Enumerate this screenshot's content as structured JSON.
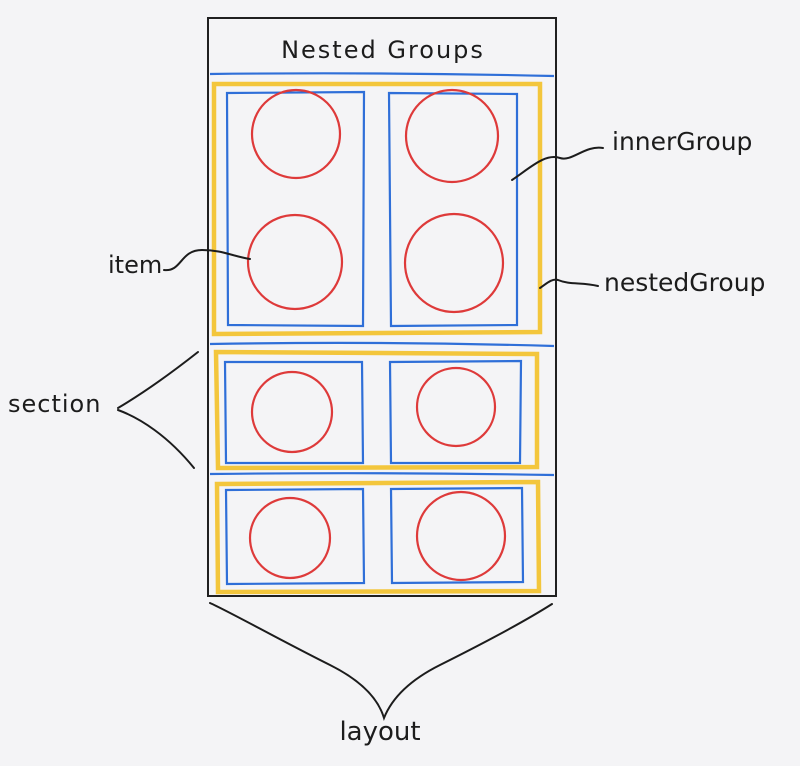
{
  "diagram": {
    "title": "Nested Groups",
    "labels": {
      "inner_group": "innerGroup",
      "nested_group": "nestedGroup",
      "item": "item",
      "section": "section",
      "layout": "layout"
    }
  },
  "colors": {
    "frame": "#202020",
    "inner_group": "#2f6fd8",
    "nested_group": "#f3c63c",
    "item": "#de3a3a",
    "background": "#f4f4f6"
  }
}
